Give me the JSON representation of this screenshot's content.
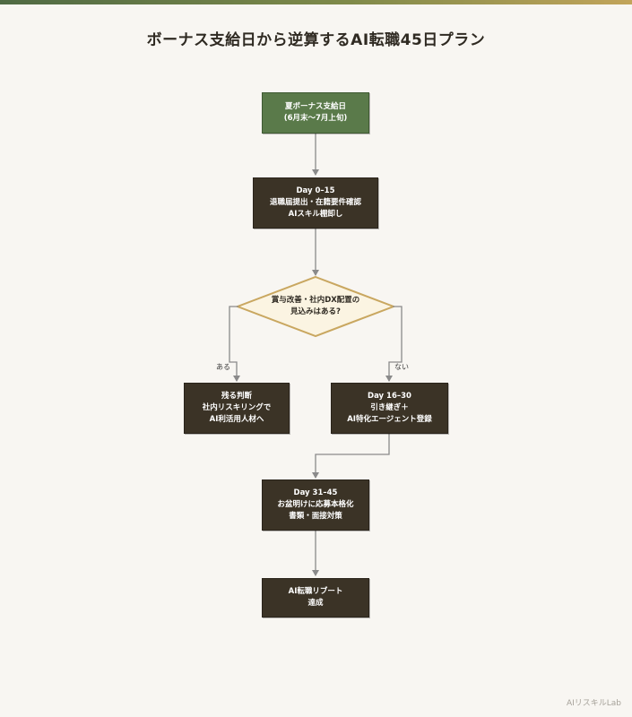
{
  "title": "ボーナス支給日から逆算するAI転職45日プラン",
  "nodes": {
    "start": {
      "lines": [
        "夏ボーナス支給日",
        "(6月末〜7月上旬)"
      ]
    },
    "day0": {
      "lines": [
        "Day 0–15",
        "退職届提出・在籍要件確認",
        "AIスキル棚卸し"
      ]
    },
    "decision": {
      "lines": [
        "賞与改善・社内DX配置の",
        "見込みはある?"
      ]
    },
    "stay": {
      "lines": [
        "残る判断",
        "社内リスキリングで",
        "AI利活用人材へ"
      ]
    },
    "day16": {
      "lines": [
        "Day 16–30",
        "引き継ぎ＋",
        "AI特化エージェント登録"
      ]
    },
    "day31": {
      "lines": [
        "Day 31–45",
        "お盆明けに応募本格化",
        "書類・面接対策"
      ]
    },
    "goal": {
      "lines": [
        "AI転職リブート",
        "達成"
      ]
    }
  },
  "branches": {
    "yes": "ある",
    "no": "ない"
  },
  "footer": "AIリスキルLab",
  "colors": {
    "background": "#f8f6f2",
    "dark_box": "#3b3326",
    "green_box": "#5a7a4a",
    "decision_fill": "#fbf4e2",
    "decision_border": "#c9a760",
    "arrow": "#8a8a8a"
  }
}
